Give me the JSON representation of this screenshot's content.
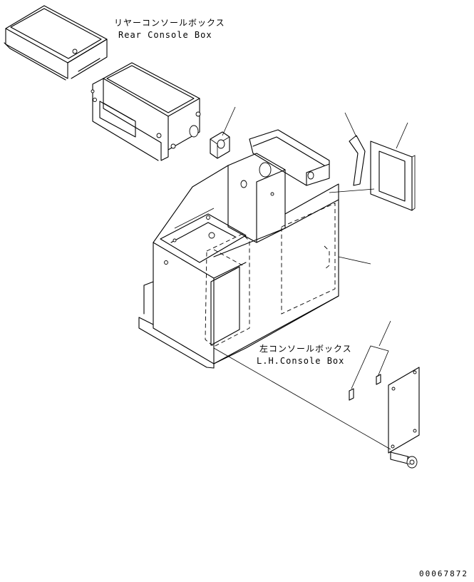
{
  "labels": {
    "rear_console_jp": "リヤーコンソールボックス",
    "rear_console_en": "Rear Console Box",
    "lh_console_jp": "左コンソールボックス",
    "lh_console_en": "L.H.Console Box",
    "drawing_number": "00067872"
  }
}
